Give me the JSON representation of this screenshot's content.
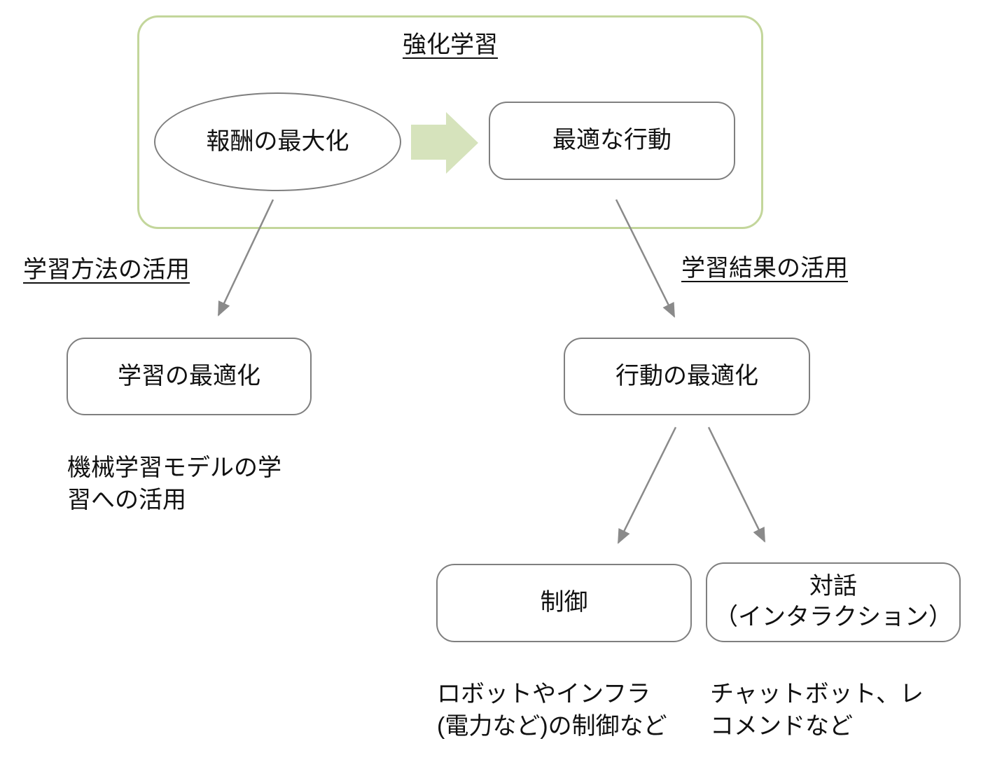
{
  "diagram": {
    "title": "強化学習",
    "nodes": {
      "reward": {
        "label": "報酬の最大化",
        "shape": "ellipse"
      },
      "optimal_action": {
        "label": "最適な行動",
        "shape": "rounded-rect"
      },
      "learning_opt": {
        "label": "学習の最適化",
        "shape": "rounded-rect"
      },
      "action_opt": {
        "label": "行動の最適化",
        "shape": "rounded-rect"
      },
      "control": {
        "label": "制御",
        "shape": "rounded-rect"
      },
      "dialogue": {
        "label": "対話\n（インタラクション）",
        "shape": "rounded-rect"
      }
    },
    "labels": {
      "method_use": "学習方法の活用",
      "result_use": "学習結果の活用"
    },
    "captions": {
      "learning_note": "機械学習モデルの学\n習への活用",
      "control_note": "ロボットやインフラ\n(電力など)の制御など",
      "dialogue_note": "チャットボット、レ\nコメンドなど"
    },
    "icons": {
      "block_arrow": "right-block-arrow"
    },
    "colors": {
      "container_border": "#c3d69b",
      "block_arrow_fill": "#d6e3bc",
      "node_border": "#7f7f7f",
      "connector": "#8a8a8a",
      "text": "#111111"
    }
  }
}
